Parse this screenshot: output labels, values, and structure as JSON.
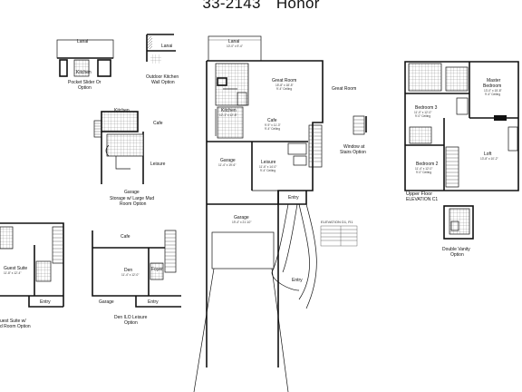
{
  "header": {
    "plan_number": "33-2143",
    "plan_name": "Honor"
  },
  "main_floor": {
    "lanai": "Lanai",
    "great_room": "Great Room",
    "kitchen": "Kitchen",
    "cafe": "Cafe",
    "leisure": "Leisure",
    "garage_small": "Garage",
    "garage": "Garage",
    "entry": "Entry"
  },
  "options": {
    "pocket_slider": {
      "lanai": "Lanai",
      "kitchen": "Kitchen",
      "caption_1": "Pocket Slider Or",
      "caption_2": "Option"
    },
    "outdoor_kitchen": {
      "lanai": "Lanai",
      "caption_1": "Outdoor Kitchen",
      "caption_2": "Wall Option"
    },
    "mud_room": {
      "kitchen": "Kitchen",
      "cafe": "Cafe",
      "leisure": "Leisure",
      "garage": "Garage",
      "caption_1": "Storage w/ Large Mud",
      "caption_2": "Room Option"
    },
    "window_stairs": {
      "great_room": "Great Room",
      "caption_1": "Window at",
      "caption_2": "Stairs Option"
    },
    "guest_suite": {
      "room": "Guest Suite",
      "entry": "Entry",
      "caption_1": "uest Suite w/",
      "caption_2": "d Room Option"
    },
    "den": {
      "cafe": "Cafe",
      "den": "Den",
      "foyer": "Foyer",
      "garage": "Garage",
      "entry": "Entry",
      "caption_1": "Den ILO Leisure",
      "caption_2": "Option"
    },
    "double_vanity": {
      "caption_1": "Double Vanity",
      "caption_2": "Option"
    }
  },
  "upper_floor": {
    "master_bedroom_1": "Master",
    "master_bedroom_2": "Bedroom",
    "bedroom_3": "Bedroom 3",
    "bedroom_2": "Bedroom 2",
    "loft": "Loft",
    "caption_1": "Upper Floor",
    "caption_2": "ELEVATION C1"
  },
  "elevation_table": {
    "title": "ELEVATION D1, R1"
  }
}
